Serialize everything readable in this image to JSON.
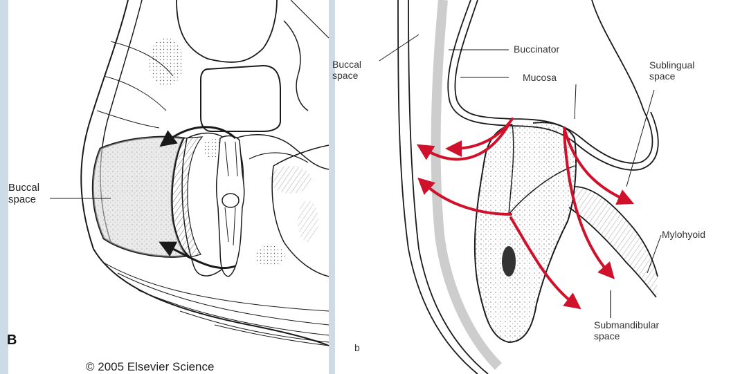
{
  "panel_left": {
    "panel_letter": "B",
    "label_buccal_space": "Buccal\nspace",
    "copyright": "© 2005  Elsevier Science"
  },
  "panel_right": {
    "panel_letter": "b",
    "label_buccal_space": "Buccal\nspace",
    "label_buccinator": "Buccinator",
    "label_mucosa": "Mucosa",
    "label_sublingual_space": "Sublingual\nspace",
    "label_mylohyoid": "Mylohyoid",
    "label_submandibular_space": "Submandibular\nspace"
  },
  "colors": {
    "background": "#cddbe6",
    "infection_arrow": "#d0112b",
    "line_art": "#1a1a1a"
  }
}
